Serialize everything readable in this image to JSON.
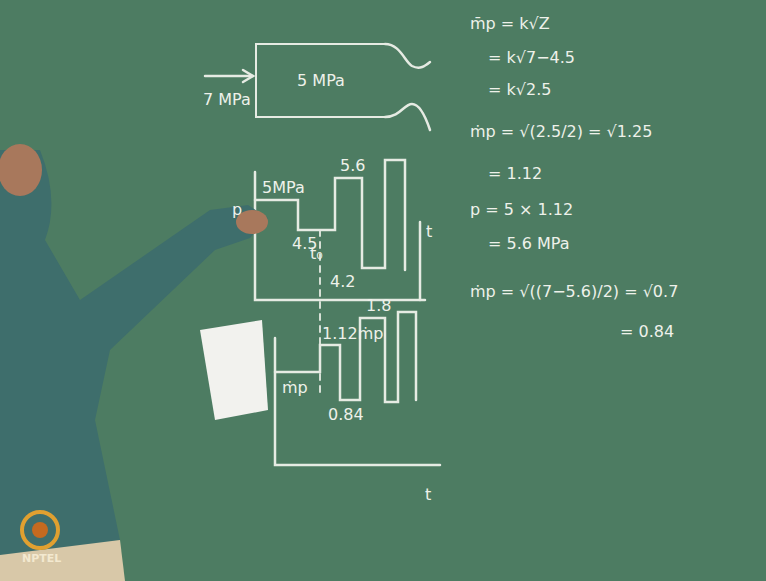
{
  "diagram": {
    "nodes": [
      {
        "text": [
          "5 MPa"
        ]
      }
    ],
    "labels": [
      "7 MPa",
      "p",
      "5MPa",
      "4.5",
      "5.6",
      "4.2",
      "t₀",
      "t",
      "ṁp",
      "1.12ṁp",
      "1.8",
      "0.84",
      "t",
      "m̄p = k√Z",
      "= k√7−4.5",
      "= k√2.5",
      "ṁp = √(2.5/2) = √1.25",
      "= 1.12",
      "p = 5 × 1.12",
      "= 5.6 MPa",
      "ṁp = √((7−5.6)/2) = √0.7",
      "= 0.84",
      "NPTEL"
    ]
  }
}
